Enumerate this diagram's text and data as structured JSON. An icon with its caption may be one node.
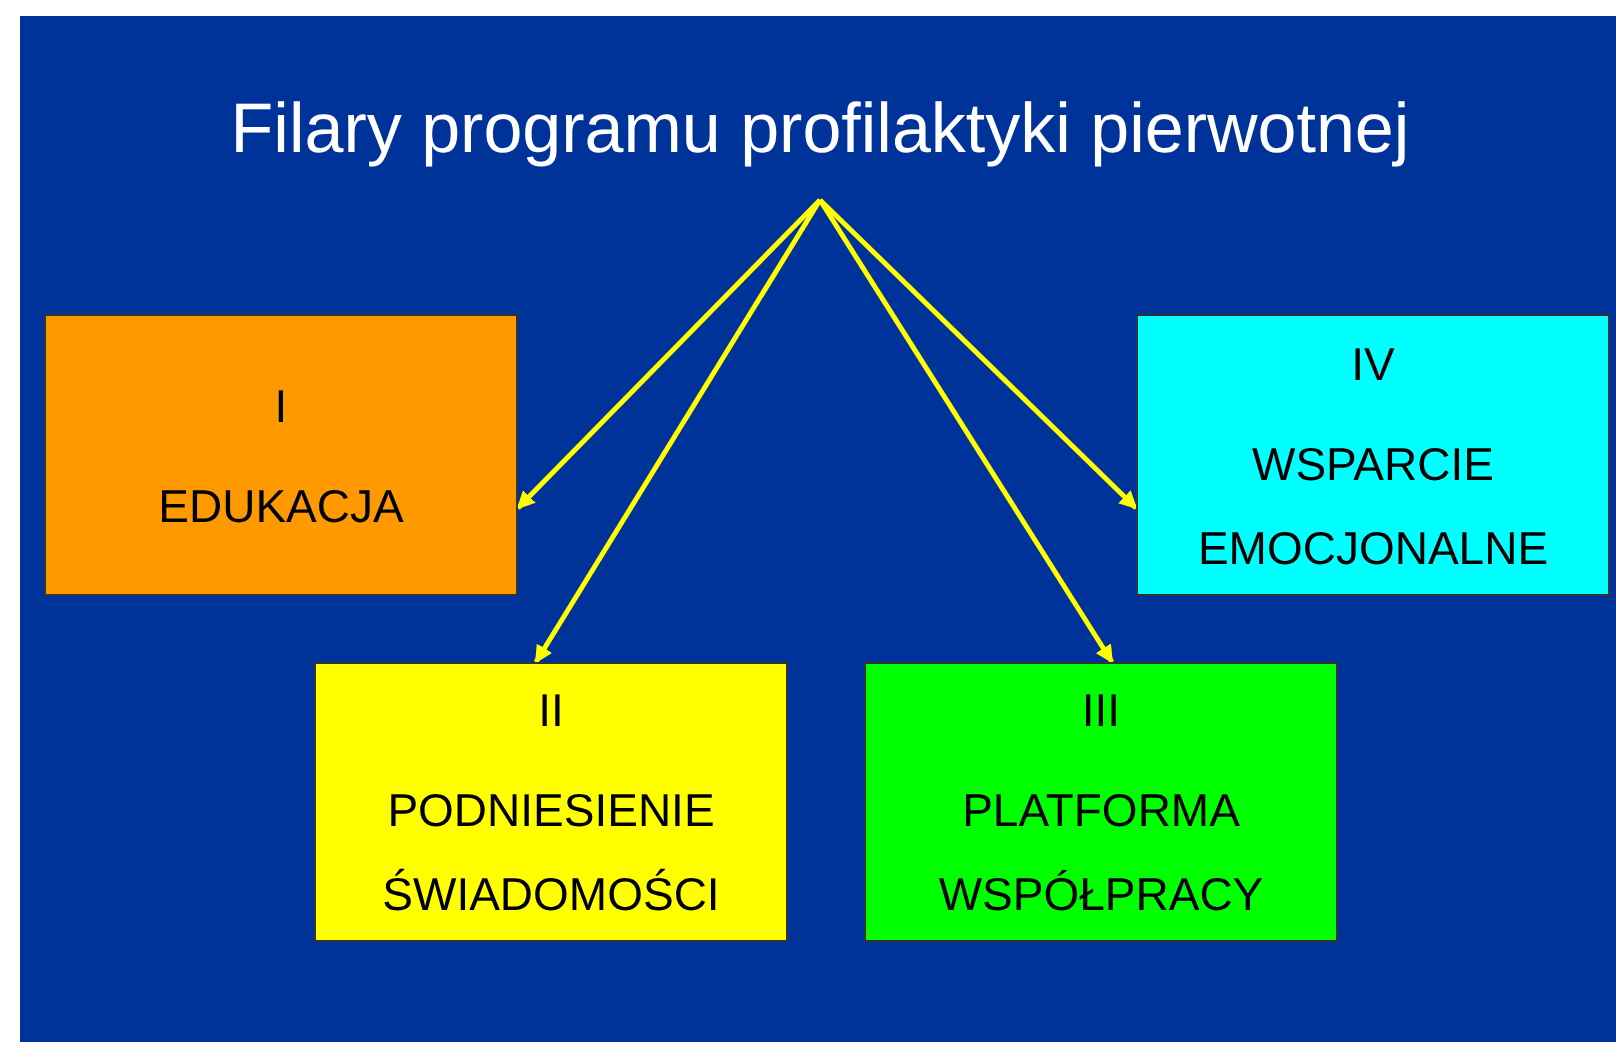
{
  "diagram": {
    "nodes": [
      {
        "text": [
          "Filary programu profilaktyki pierwotnej"
        ]
      },
      {
        "text": [
          "I",
          "EDUKACJA"
        ]
      },
      {
        "text": [
          "IV",
          "WSPARCIE EMOCJONALNE"
        ]
      },
      {
        "text": [
          "II",
          "PODNIESIENIE ŚWIADOMOŚCI"
        ]
      },
      {
        "text": [
          "III",
          "PLATFORMA WSPÓŁPRACY"
        ]
      }
    ],
    "edges": [
      {
        "from": 0,
        "to": 1,
        "arrow": "to"
      },
      {
        "from": 0,
        "to": 3,
        "arrow": "to"
      },
      {
        "from": 0,
        "to": 4,
        "arrow": "to"
      },
      {
        "from": 0,
        "to": 2,
        "arrow": "to"
      }
    ]
  }
}
